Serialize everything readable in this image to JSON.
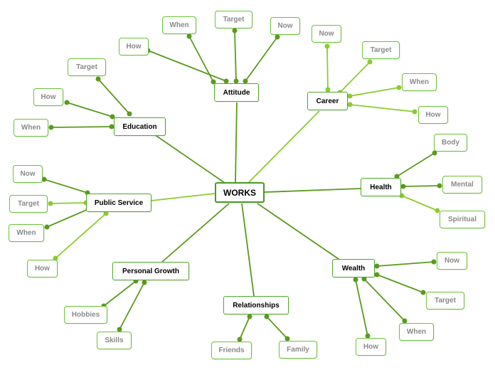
{
  "root": {
    "label": "WORKS"
  },
  "topics": {
    "attitude": {
      "label": "Attitude",
      "children": {
        "when": "When",
        "target": "Target",
        "now": "Now",
        "how": "How"
      }
    },
    "career": {
      "label": "Career",
      "children": {
        "now": "Now",
        "target": "Target",
        "when": "When",
        "how": "How"
      }
    },
    "education": {
      "label": "Education",
      "children": {
        "target": "Target",
        "how": "How",
        "when": "When"
      }
    },
    "health": {
      "label": "Health",
      "children": {
        "body": "Body",
        "mental": "Mental",
        "spiritual": "Spiritual"
      }
    },
    "public_service": {
      "label": "Public Service",
      "children": {
        "now": "Now",
        "target": "Target",
        "when": "When",
        "how": "How"
      }
    },
    "wealth": {
      "label": "Wealth",
      "children": {
        "now": "Now",
        "target": "Target",
        "when": "When",
        "how": "How"
      }
    },
    "personal_growth": {
      "label": "Personal Growth",
      "children": {
        "hobbies": "Hobbies",
        "skills": "Skills"
      }
    },
    "relationships": {
      "label": "Relationships",
      "children": {
        "friends": "Friends",
        "family": "Family"
      }
    }
  },
  "colors": {
    "line_dark": "#5a9a1e",
    "line_light": "#8ccc2e",
    "border": "#4fa82a"
  }
}
